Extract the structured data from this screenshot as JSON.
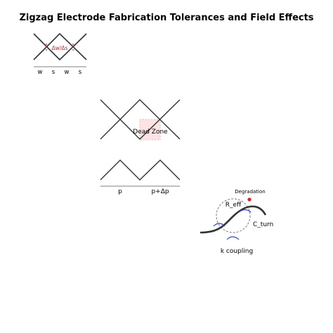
{
  "title": "Zigzag Electrode Fabrication Tolerances and Field Effects",
  "panel_tolerance": {
    "annotation": "Δw/Δs",
    "dimension_labels": [
      "w",
      "s",
      "w",
      "s"
    ]
  },
  "panel_dead_zone": {
    "label": "Dead Zone"
  },
  "panel_pitch": {
    "labels": [
      "p",
      "p+Δp"
    ]
  },
  "panel_turn": {
    "degradation_label": "Degradation",
    "radius_label": "R_eff",
    "turn_label": "C_turn",
    "coupling_label": "k coupling"
  },
  "colors": {
    "electrode": "#333333",
    "annotation": "#e02020",
    "dead_zone_fill": "#fde3e3",
    "coupling_arc": "#3344cc",
    "baseline": "#aaaaaa",
    "dashed_circle": "#777777"
  }
}
